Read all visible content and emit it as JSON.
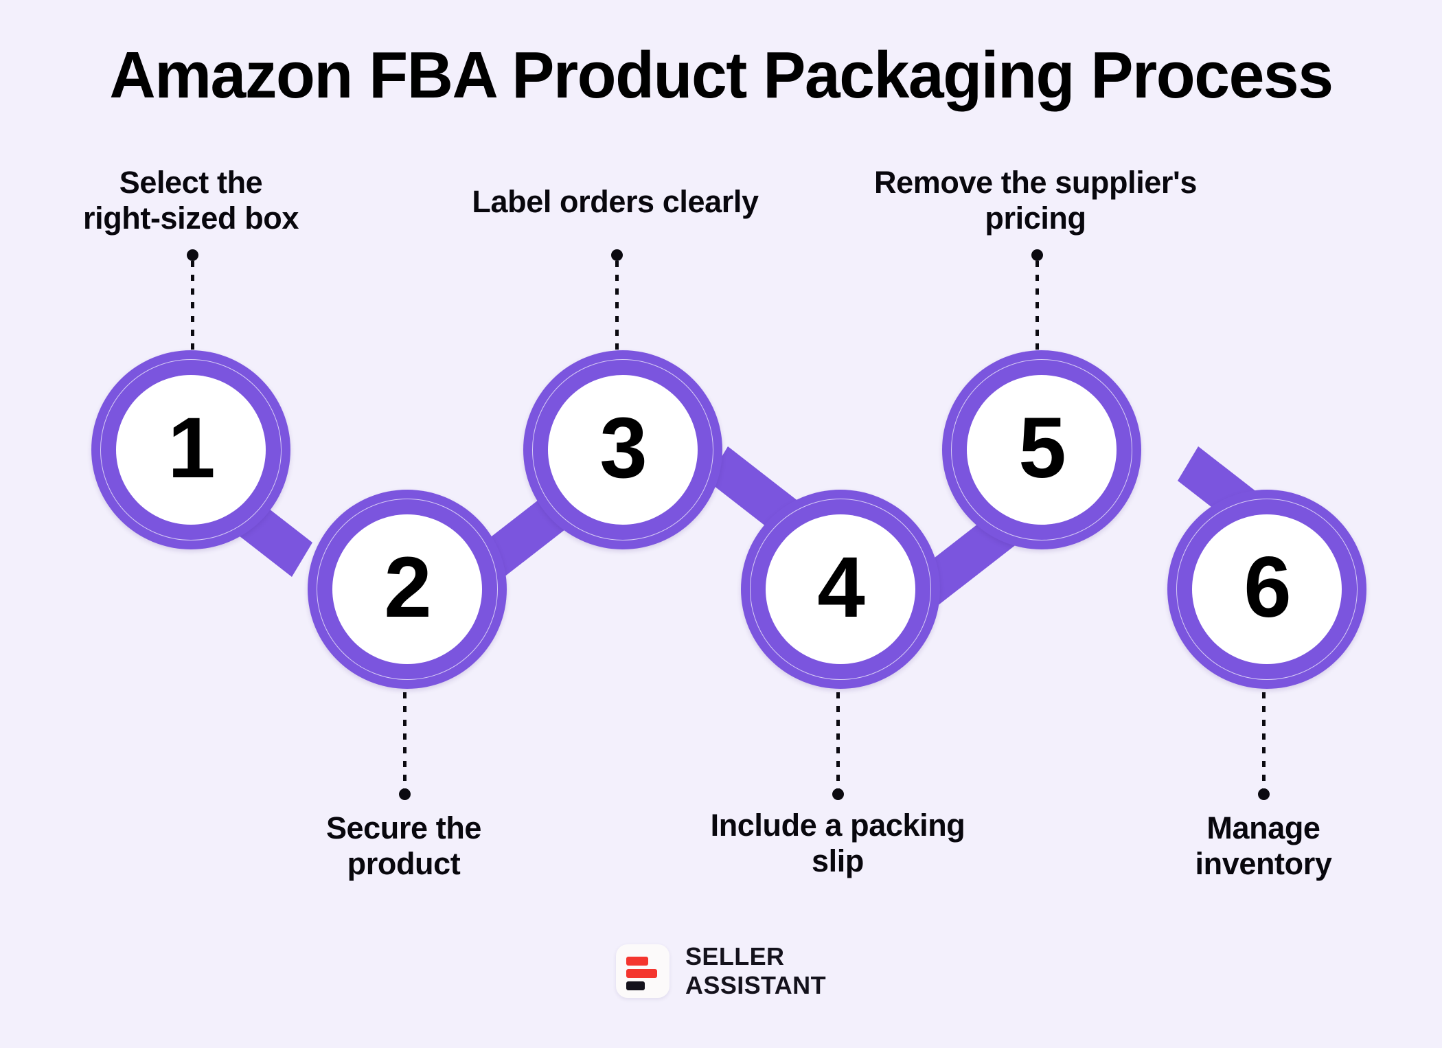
{
  "background_color": "#F3F0FC",
  "accent_color": "#7B55DE",
  "text_color": "#08070D",
  "title": "Amazon FBA Product Packaging Process",
  "steps": [
    {
      "number": "1",
      "label": "Select the\nright-sized box",
      "label_position": "above"
    },
    {
      "number": "2",
      "label": "Secure the\nproduct",
      "label_position": "below"
    },
    {
      "number": "3",
      "label": "Label orders clearly",
      "label_position": "above"
    },
    {
      "number": "4",
      "label": "Include a packing\nslip",
      "label_position": "below"
    },
    {
      "number": "5",
      "label": "Remove the supplier's\npricing",
      "label_position": "above"
    },
    {
      "number": "6",
      "label": "Manage\ninventory",
      "label_position": "below"
    }
  ],
  "logo": {
    "icon_name": "seller-assistant-logo-mark",
    "line_1": "SELLER",
    "line_2": "ASSISTANT",
    "bar_colors": [
      "#F4352E",
      "#F4352E",
      "#14121C"
    ]
  },
  "chart_data": {
    "type": "diagram",
    "subtype": "zigzag-process-flow",
    "title": "Amazon FBA Product Packaging Process",
    "step_count": 6,
    "steps": [
      {
        "n": 1,
        "text": "Select the right-sized box",
        "row": "upper"
      },
      {
        "n": 2,
        "text": "Secure the product",
        "row": "lower"
      },
      {
        "n": 3,
        "text": "Label orders clearly",
        "row": "upper"
      },
      {
        "n": 4,
        "text": "Include a packing slip",
        "row": "lower"
      },
      {
        "n": 5,
        "text": "Remove the supplier's pricing",
        "row": "upper"
      },
      {
        "n": 6,
        "text": "Manage inventory",
        "row": "lower"
      }
    ],
    "legend": [],
    "grid": false
  }
}
